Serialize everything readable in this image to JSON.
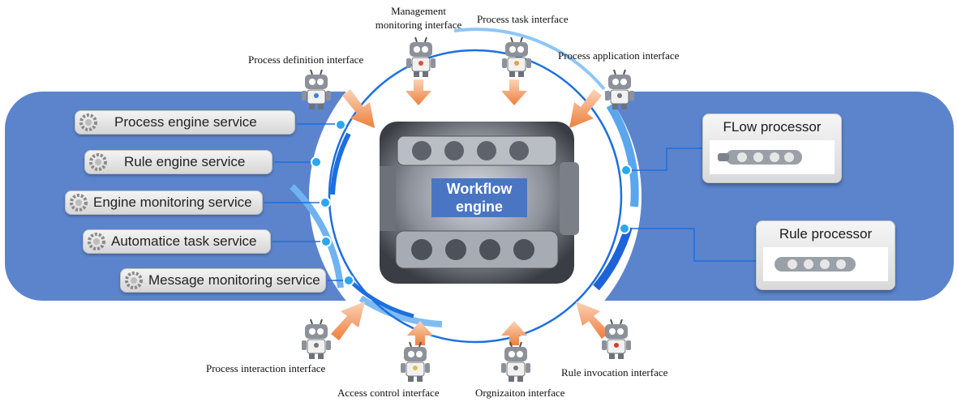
{
  "center": {
    "line1": "Workflow",
    "line2": "engine"
  },
  "services": [
    {
      "label": "Process engine service"
    },
    {
      "label": "Rule engine service"
    },
    {
      "label": "Engine monitoring service"
    },
    {
      "label": "Automatice task service"
    },
    {
      "label": "Message monitoring service"
    }
  ],
  "processors": [
    {
      "label": "FLow processor"
    },
    {
      "label": "Rule processor"
    }
  ],
  "interfaces": {
    "management": {
      "line1": "Management",
      "line2": "monitoring interface"
    },
    "process_task": "Process task interface",
    "process_definition": "Process definition interface",
    "process_application": "Process application interface",
    "process_interaction": "Process interaction interface",
    "access_control": "Access control interface",
    "organization": "Orgnizaiton interface",
    "rule_invocation": "Rule invocation interface"
  },
  "colors": {
    "band": "#5b84cd",
    "ring": "#1d6fe0",
    "arrow": "#f08a4b",
    "robot": "#7a7f88"
  }
}
